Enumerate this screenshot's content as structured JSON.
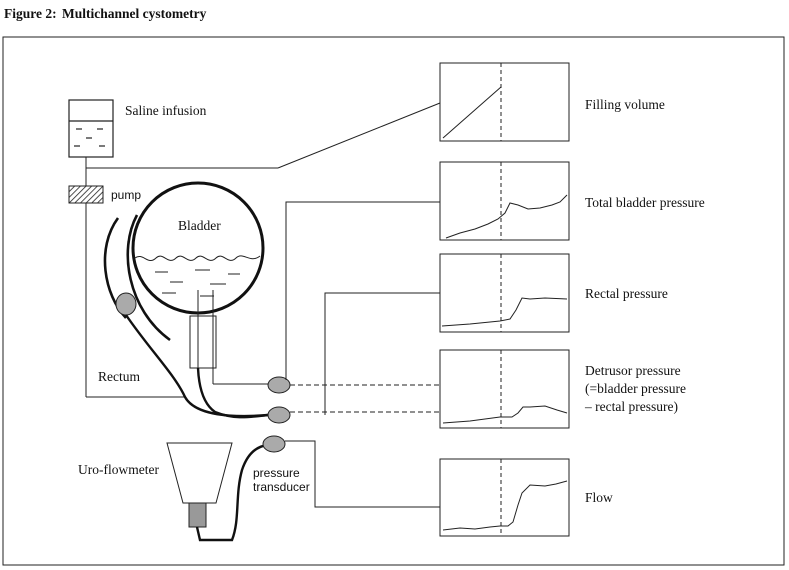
{
  "figure": {
    "number": "Figure 2:",
    "title": "Multichannel cystometry"
  },
  "labels": {
    "saline_infusion": "Saline infusion",
    "pump": "pump",
    "bladder": "Bladder",
    "rectum": "Rectum",
    "uroflowmeter": "Uro-flowmeter",
    "pressure_transducer_line1": "pressure",
    "pressure_transducer_line2": "transducer"
  },
  "channels": [
    {
      "label_lines": [
        "Filling volume"
      ]
    },
    {
      "label_lines": [
        "Total bladder pressure"
      ]
    },
    {
      "label_lines": [
        "Rectal pressure"
      ]
    },
    {
      "label_lines": [
        "Detrusor pressure",
        "(=bladder pressure",
        "– rectal pressure)"
      ]
    },
    {
      "label_lines": [
        "Flow"
      ]
    }
  ]
}
